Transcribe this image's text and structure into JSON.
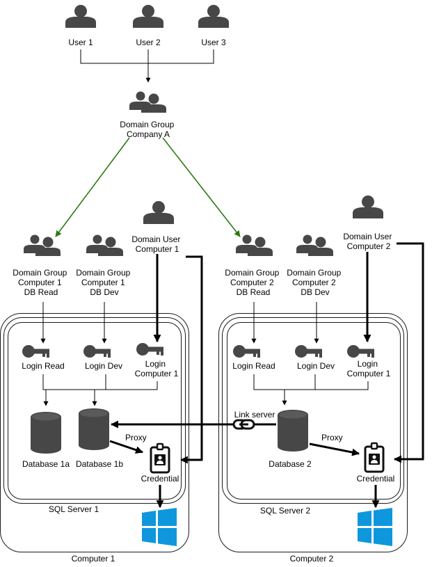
{
  "colors": {
    "icon": "#474747",
    "green_arrow": "#2a7a12",
    "windows_blue": "#0e97dd",
    "line": "#000000"
  },
  "users": [
    "User 1",
    "User 2",
    "User 3"
  ],
  "domain_group_company": [
    "Domain Group",
    "Company A"
  ],
  "computer1": {
    "label": "Computer 1",
    "group_read": [
      "Domain Group",
      "Computer 1",
      "DB Read"
    ],
    "group_dev": [
      "Domain Group",
      "Computer 1",
      "DB Dev"
    ],
    "domain_user": [
      "Domain User",
      "Computer 1"
    ],
    "sql_server_label": "SQL Server 1",
    "login_read": "Login Read",
    "login_dev": "Login Dev",
    "login_computer": [
      "Login",
      "Computer 1"
    ],
    "database_a": "Database 1a",
    "database_b": "Database 1b",
    "proxy": "Proxy",
    "credential": "Credential"
  },
  "computer2": {
    "label": "Computer 2",
    "group_read": [
      "Domain Group",
      "Computer 2",
      "DB Read"
    ],
    "group_dev": [
      "Domain Group",
      "Computer 2",
      "DB Dev"
    ],
    "domain_user": [
      "Domain User",
      "Computer 2"
    ],
    "sql_server_label": "SQL Server 2",
    "login_read": "Login Read",
    "login_dev": "Login Dev",
    "login_computer": [
      "Login",
      "Computer 1"
    ],
    "database": "Database 2",
    "proxy": "Proxy",
    "credential": "Credential"
  },
  "link_server": "Link server",
  "icons": {
    "user": "user-icon",
    "group": "group-icon",
    "key": "key-icon",
    "database": "database-icon",
    "credential": "credential-badge-icon",
    "windows": "windows-logo-icon",
    "link": "chain-link-icon"
  }
}
